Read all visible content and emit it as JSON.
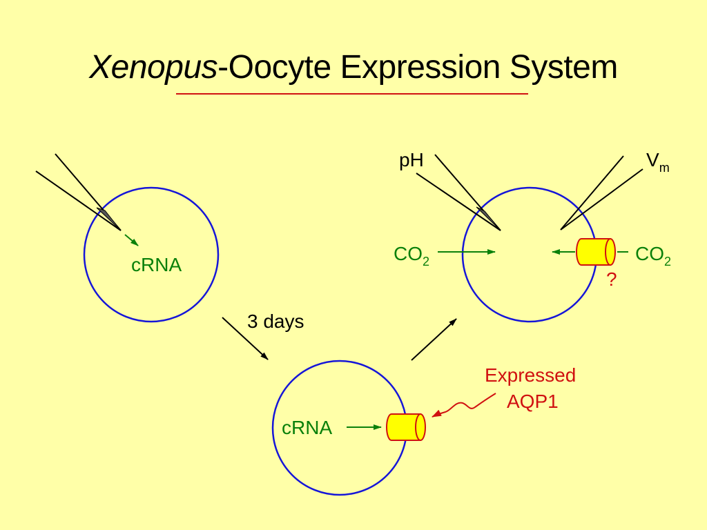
{
  "title": {
    "italic": "Xenopus",
    "rest": "-Oocyte Expression System"
  },
  "labels": {
    "crna_left": "cRNA",
    "crna_bottom": "cRNA",
    "days": "3 days",
    "ph": "pH",
    "vm_main": "V",
    "vm_sub": "m",
    "co2_left_main": "CO",
    "co2_left_sub": "2",
    "co2_right_main": "CO",
    "co2_right_sub": "2",
    "question": "?",
    "expressed_line1": "Expressed",
    "expressed_line2": "AQP1"
  },
  "colors": {
    "background": "#FFFFA8",
    "cell_outline": "#1515D8",
    "green": "#0A800A",
    "red": "#D01010",
    "channel_fill": "#FFFF00",
    "channel_stroke": "#D01010",
    "title_underline": "#D01010"
  }
}
